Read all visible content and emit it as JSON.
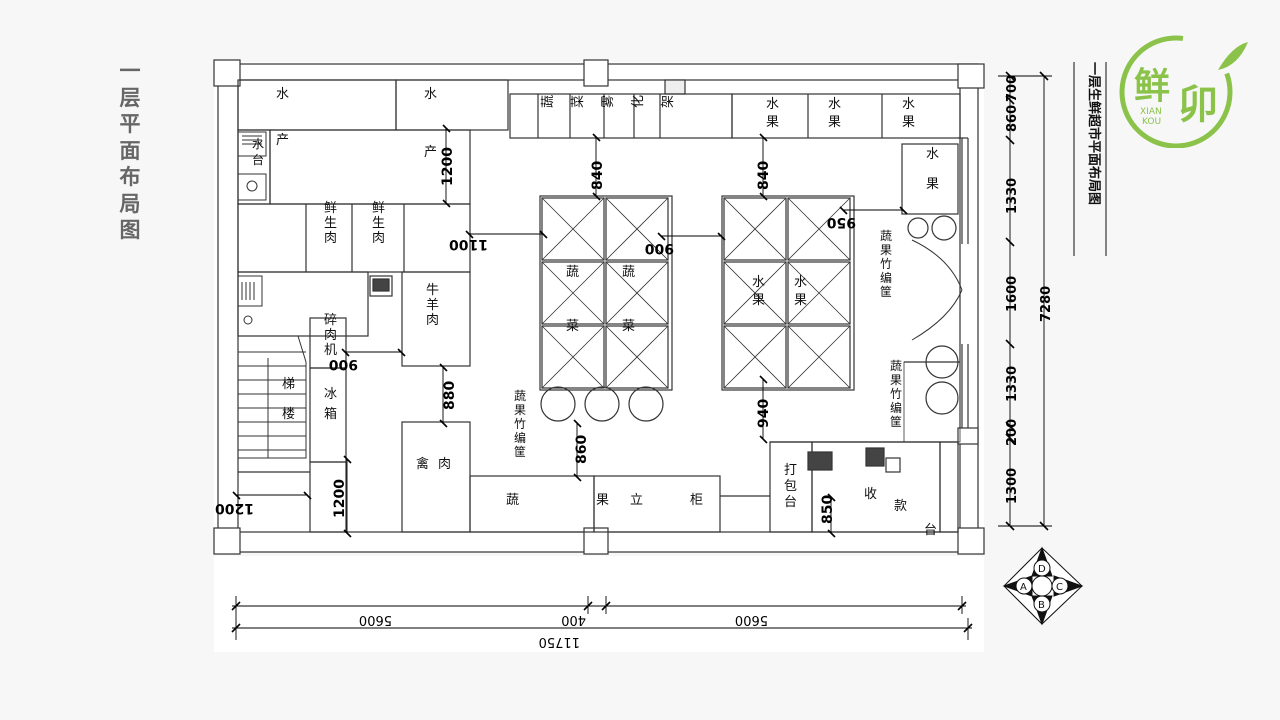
{
  "slide_title": "一层平面布局图",
  "side_caption": "一层生鲜超市平面布局图",
  "logo": {
    "char": "鲜",
    "char2": "卯",
    "line1": "XIAN",
    "line2": "KOU",
    "color": "#8bc34a"
  },
  "rooms": {
    "shuichan": "水产",
    "shuitai": "水台",
    "xianrou": "鲜生肉",
    "niuyangrou": "牛羊肉",
    "suirouji": "碎肉机",
    "bingxiang": "冰箱",
    "lou": "楼",
    "ti": "梯",
    "qinrou": "禽肉",
    "shucaiwuhuajia": "蔬菜雾化架",
    "shuiguo": "水果",
    "shucai": "蔬菜",
    "zhubianluo": "蔬果竹编筐",
    "shuguo": "蔬果",
    "ligui": "立柜",
    "dabaotai": "打包台",
    "shoukuantai": "收款台"
  },
  "dims": {
    "d1200a": "1200",
    "d840a": "840",
    "d840b": "840",
    "d1100": "1100",
    "d900a": "900",
    "d950": "950",
    "d900b": "900",
    "d880": "880",
    "d860": "860",
    "d940": "940",
    "d1200b": "1200",
    "d1200c": "1200",
    "d850": "850",
    "r860": "860",
    "r700": "700",
    "r1330a": "1330",
    "r1600": "1600",
    "r1330b": "1330",
    "r200": "200",
    "r1300": "1300",
    "r7280": "7280",
    "b5600a": "5600",
    "b400": "400",
    "b5600b": "5600",
    "b11750": "11750"
  },
  "compass": {
    "a": "A",
    "b": "B",
    "c": "C",
    "d": "D"
  }
}
